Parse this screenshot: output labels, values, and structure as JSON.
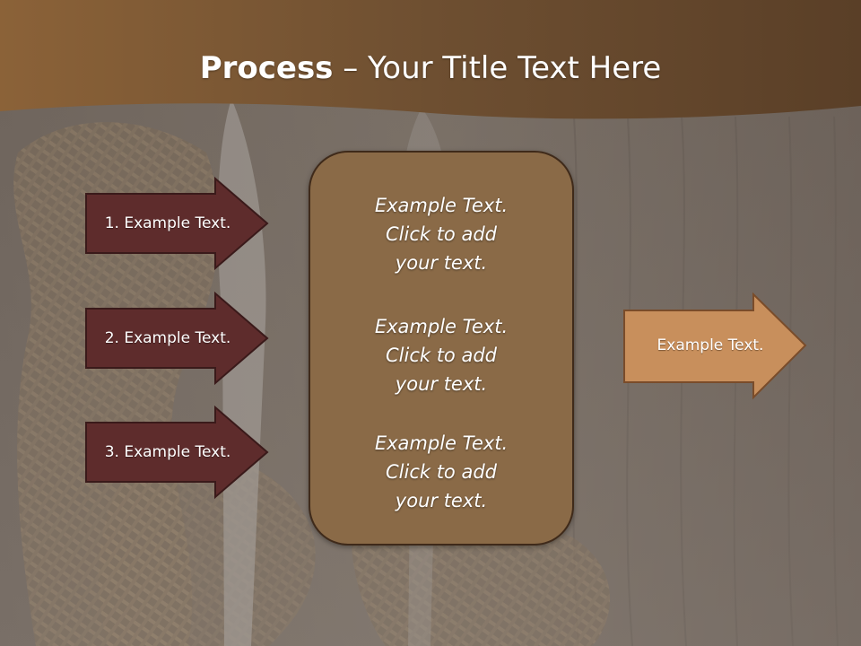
{
  "title": {
    "bold": "Process",
    "rest": " – Your Title Text Here"
  },
  "steps": [
    {
      "label": "1. Example Text."
    },
    {
      "label": "2. Example Text."
    },
    {
      "label": "3. Example Text."
    }
  ],
  "center_items": [
    {
      "text": "Example Text.\nClick  to add\nyour text."
    },
    {
      "text": "Example Text.\nClick  to add\nyour text."
    },
    {
      "text": "Example Text.\nClick  to add\nyour text."
    }
  ],
  "output": {
    "label": "Example Text."
  },
  "colors": {
    "header": "#7a5a3a",
    "step_fill": "#5e2c2c",
    "center_fill": "#8a6a47",
    "output_fill": "#c88f5c",
    "outline": "#3f2a1a"
  }
}
